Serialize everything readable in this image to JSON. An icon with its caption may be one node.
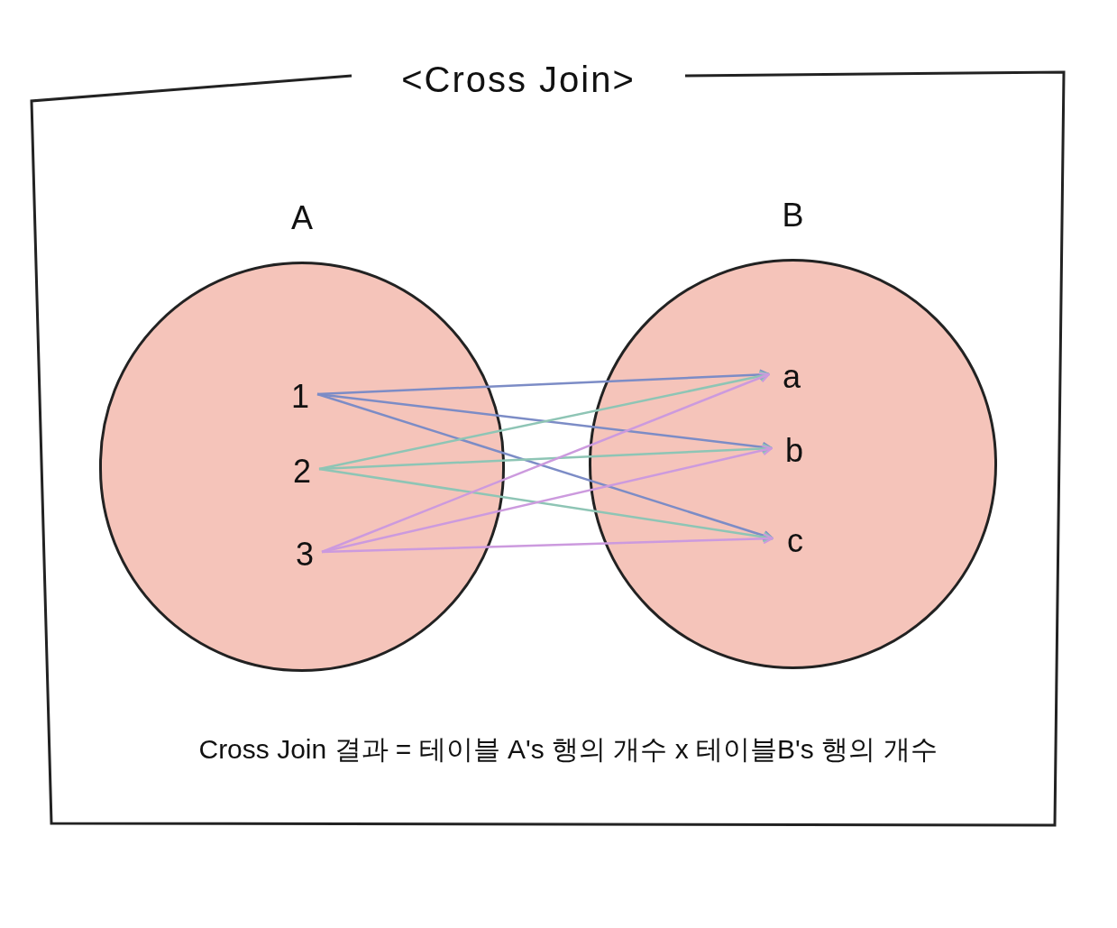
{
  "diagram": {
    "title": "<Cross Join>",
    "caption": "Cross Join 결과 = 테이블 A's 행의 개수 x 테이블B's 행의 개수",
    "nodes": [
      {
        "text": [
          "A"
        ]
      },
      {
        "text": [
          "B"
        ]
      },
      {
        "text": [
          "1"
        ],
        "in": 0
      },
      {
        "text": [
          "2"
        ],
        "in": 0
      },
      {
        "text": [
          "3"
        ],
        "in": 0
      },
      {
        "text": [
          "a"
        ],
        "in": 1
      },
      {
        "text": [
          "b"
        ],
        "in": 1
      },
      {
        "text": [
          "c"
        ],
        "in": 1
      }
    ],
    "edges": [
      {
        "from": 2,
        "to": 5,
        "arrow": "to",
        "color": "#7c8cc6"
      },
      {
        "from": 2,
        "to": 6,
        "arrow": "to",
        "color": "#7c8cc6"
      },
      {
        "from": 2,
        "to": 7,
        "arrow": "to",
        "color": "#7c8cc6"
      },
      {
        "from": 3,
        "to": 5,
        "arrow": "to",
        "color": "#8ec5b5"
      },
      {
        "from": 3,
        "to": 6,
        "arrow": "to",
        "color": "#8ec5b5"
      },
      {
        "from": 3,
        "to": 7,
        "arrow": "to",
        "color": "#8ec5b5"
      },
      {
        "from": 4,
        "to": 5,
        "arrow": "to",
        "color": "#cc9ade"
      },
      {
        "from": 4,
        "to": 6,
        "arrow": "to",
        "color": "#cc9ade"
      },
      {
        "from": 4,
        "to": 7,
        "arrow": "to",
        "color": "#cc9ade"
      }
    ]
  }
}
